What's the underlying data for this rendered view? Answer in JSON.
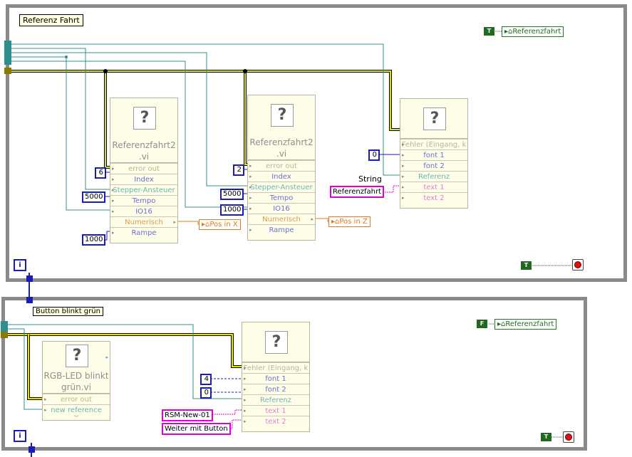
{
  "top_loop": {
    "label": "Referenz Fahrt",
    "prop_node": "Referenzfahrt",
    "bool_const": "T",
    "stop_const": "T",
    "iter": "i",
    "subvi1": {
      "title": "Referenzfahrt2 .vi",
      "terminals": [
        "error out",
        "Index",
        "Stepper-Ansteuer",
        "Tempo",
        "IO16",
        "Numerisch",
        "Rampe"
      ],
      "consts": {
        "index": "6",
        "tempo": "5000",
        "rampe": "1000"
      },
      "output": "Pos in X"
    },
    "subvi2": {
      "title": "Referenzfahrt2 .vi",
      "terminals": [
        "error out",
        "Index",
        "Stepper-Ansteuer",
        "Tempo",
        "IO16",
        "Numerisch",
        "Rampe"
      ],
      "consts": {
        "index": "2",
        "tempo": "5000",
        "io16": "1000"
      },
      "output": "Pos in Z"
    },
    "subvi3": {
      "terminals": [
        "Fehler (Eingang, k",
        "font 1",
        "font 2",
        "Referenz",
        "text 1",
        "text 2"
      ],
      "const_font1": "0",
      "string_label": "String",
      "string_const": "Referenzfahrt"
    }
  },
  "bottom_loop": {
    "label": "Button blinkt grün",
    "prop_node": "Referenzfahrt",
    "bool_const": "F",
    "stop_const": "T",
    "iter": "i",
    "subvi_rgb": {
      "title": "RGB-LED blinkt grün.vi",
      "terminals": [
        "error out",
        "new reference"
      ]
    },
    "subvi4": {
      "terminals": [
        "Fehler (Eingang, k",
        "font 1",
        "font 2",
        "Referenz",
        "text 1",
        "text 2"
      ],
      "const_font1": "4",
      "const_font2": "0",
      "text1": "RSM-New-01",
      "text2": "Weiter mit Button"
    }
  }
}
